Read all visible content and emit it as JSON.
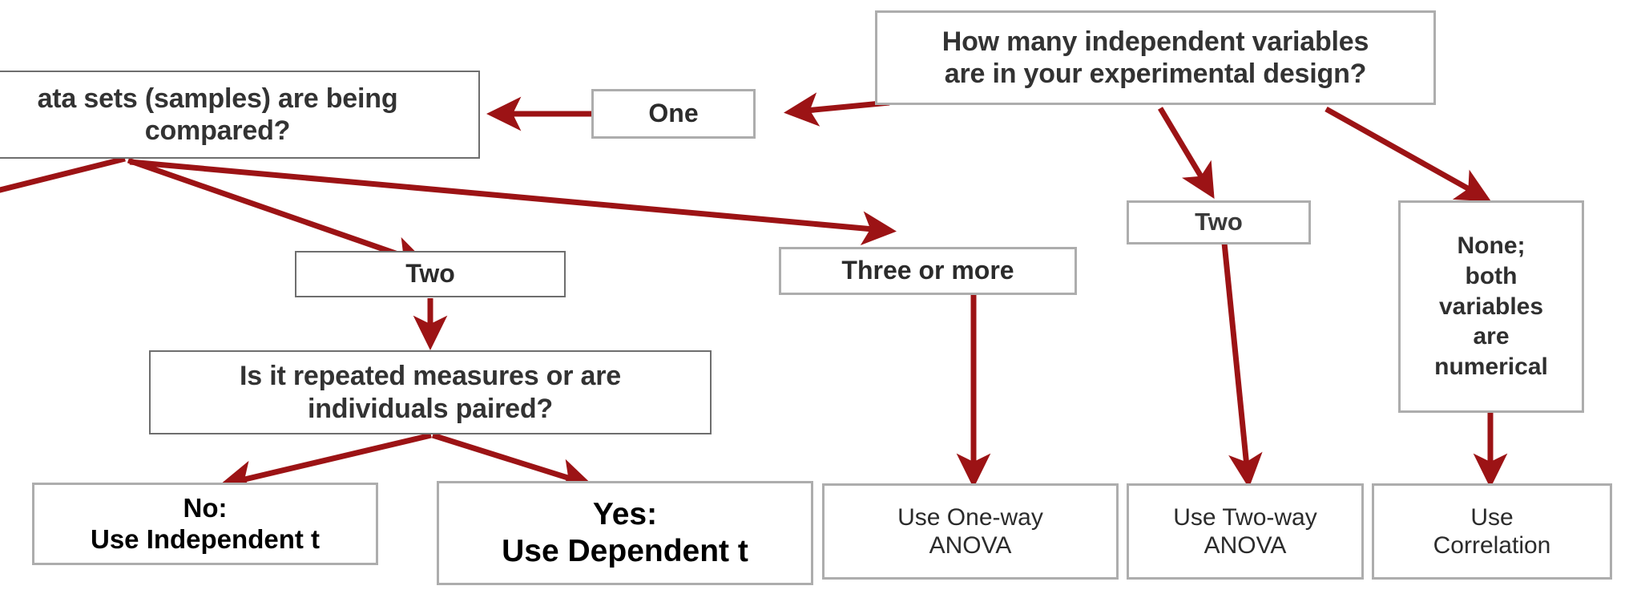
{
  "diagram": {
    "title": "Statistical test selection flowchart",
    "accent_color": "#9c1315",
    "box_border_color": "#9a9a9a",
    "background": "#ffffff",
    "nodes": {
      "root_question": "How many independent variables\nare in your experimental design?",
      "one": "One",
      "two_right": "Two",
      "none_numerical": "None;\nboth\nvariables\nare\nnumerical",
      "datasets_question": "ata sets (samples) are being\ncompared?",
      "two_left": "Two",
      "three_or_more": "Three or more",
      "repeated_question": "Is it repeated measures or are\nindividuals paired?",
      "result_independent_t": "No:\nUse Independent t",
      "result_dependent_t": "Yes:\nUse Dependent t",
      "result_one_way_anova": "Use One-way\nANOVA",
      "result_two_way_anova": "Use Two-way\nANOVA",
      "result_correlation": "Use\nCorrelation"
    },
    "edges": [
      {
        "name": "root-to-one",
        "from": "root_question",
        "to": "one"
      },
      {
        "name": "root-to-two-right",
        "from": "root_question",
        "to": "two_right"
      },
      {
        "name": "root-to-none",
        "from": "root_question",
        "to": "none_numerical"
      },
      {
        "name": "one-to-datasets",
        "from": "one",
        "to": "datasets_question"
      },
      {
        "name": "datasets-to-offscreen-one",
        "from": "datasets_question",
        "to": "offscreen-left"
      },
      {
        "name": "datasets-to-two-left",
        "from": "datasets_question",
        "to": "two_left"
      },
      {
        "name": "datasets-to-three-or-more",
        "from": "datasets_question",
        "to": "three_or_more"
      },
      {
        "name": "two-left-to-repeated",
        "from": "two_left",
        "to": "repeated_question"
      },
      {
        "name": "repeated-to-no",
        "from": "repeated_question",
        "to": "result_independent_t"
      },
      {
        "name": "repeated-to-yes",
        "from": "repeated_question",
        "to": "result_dependent_t"
      },
      {
        "name": "three-to-one-way-anova",
        "from": "three_or_more",
        "to": "result_one_way_anova"
      },
      {
        "name": "two-right-to-two-way-anova",
        "from": "two_right",
        "to": "result_two_way_anova"
      },
      {
        "name": "none-to-correlation",
        "from": "none_numerical",
        "to": "result_correlation"
      }
    ]
  }
}
